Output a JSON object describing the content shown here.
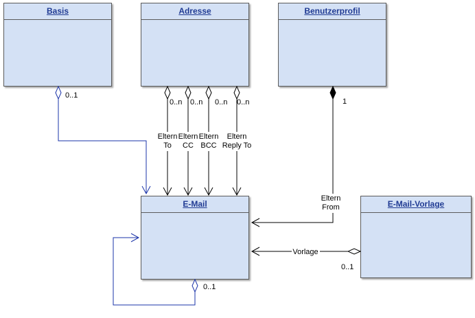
{
  "classes": {
    "basis": "Basis",
    "adresse": "Adresse",
    "benutzerprofil": "Benutzerprofil",
    "email": "E-Mail",
    "vorlage": "E-Mail-Vorlage"
  },
  "relations": {
    "basis_mult": "0..1",
    "to_mult": "0..n",
    "cc_mult": "0..n",
    "bcc_mult": "0..n",
    "reply_mult": "0..n",
    "to_line1": "Eltern",
    "to_line2": "To",
    "cc_line1": "Eltern",
    "cc_line2": "CC",
    "bcc_line1": "Eltern",
    "bcc_line2": "BCC",
    "reply_line1": "Eltern",
    "reply_line2": "Reply To",
    "profil_mult": "1",
    "from_line1": "Eltern",
    "from_line2": "From",
    "vorlage_label": "Vorlage",
    "vorlage_mult": "0..1",
    "self_mult": "0..1"
  },
  "colors": {
    "class_fill": "#d4e1f5",
    "title_text": "#1f3a93",
    "self_link": "#1a33a8",
    "connector": "#000000"
  }
}
